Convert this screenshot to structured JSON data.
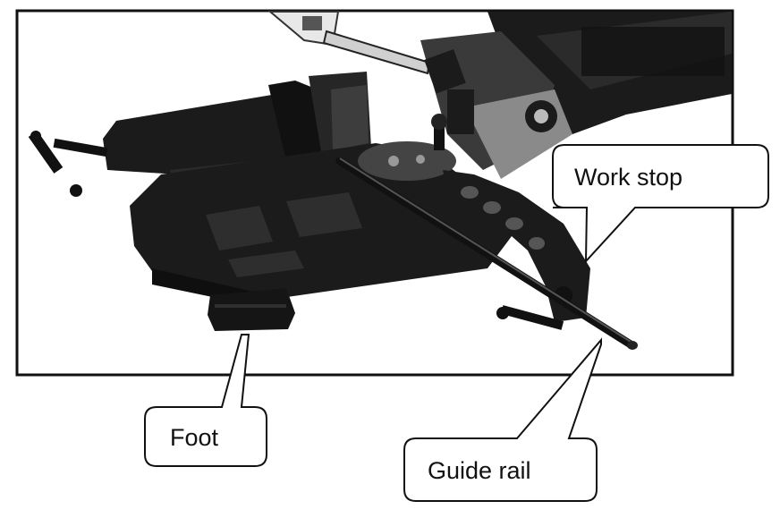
{
  "figure": {
    "image_subject": "band-saw-base-and-vise",
    "callouts": {
      "work_stop": "Work stop",
      "foot": "Foot",
      "guide_rail": "Guide rail"
    }
  },
  "colors": {
    "frame": "#111111",
    "machine_dark": "#1b1b1b",
    "machine_mid": "#3a3a3a",
    "machine_light": "#8a8a8a",
    "background": "#ffffff"
  }
}
